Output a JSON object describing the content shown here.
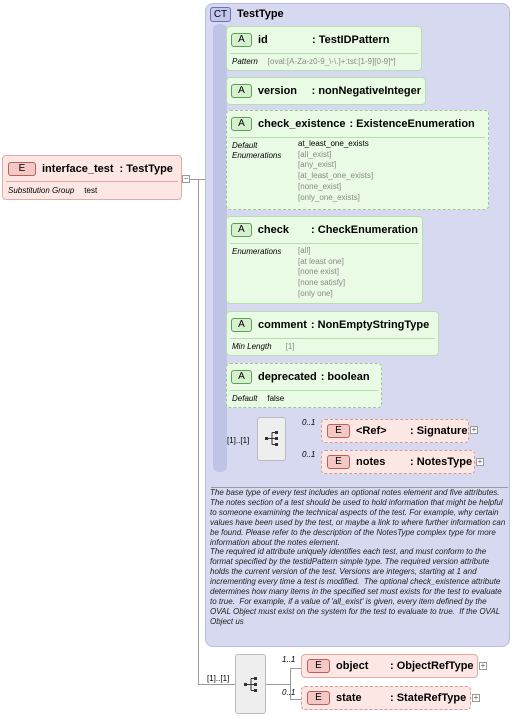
{
  "root": {
    "badge": "E",
    "name": "interface_test",
    "type": ": TestType",
    "subst_label": "Substitution Group",
    "subst_value": "test"
  },
  "complex_type": {
    "badge": "CT",
    "name": "TestType"
  },
  "attributes": {
    "id": {
      "name": "id",
      "type": ": TestIDPattern",
      "pattern_label": "Pattern",
      "pattern_value": "[oval:[A-Za-z0-9_\\-\\.]+:tst:[1-9][0-9]*]"
    },
    "version": {
      "name": "version",
      "type": ": nonNegativeInteger"
    },
    "check_existence": {
      "name": "check_existence",
      "type": ": ExistenceEnumeration",
      "default_label": "Default",
      "enum_label": "Enumerations",
      "default_value": "at_least_one_exists",
      "enums": [
        "[all_exist]",
        "[any_exist]",
        "[at_least_one_exists]",
        "[none_exist]",
        "[only_one_exists]"
      ]
    },
    "check": {
      "name": "check",
      "type": ": CheckEnumeration",
      "enum_label": "Enumerations",
      "enums": [
        "[all]",
        "[at least one]",
        "[none exist]",
        "[none satisfy]",
        "[only one]"
      ]
    },
    "comment": {
      "name": "comment",
      "type": ": NonEmptyStringType",
      "min_label": "Min Length",
      "min_value": "[1]"
    },
    "deprecated": {
      "name": "deprecated",
      "type": ": boolean",
      "default_label": "Default",
      "default_value": "false"
    }
  },
  "inner_sequence": {
    "cardinality": "[1]..[1]",
    "signature": {
      "card": "0..1",
      "badge": "E",
      "name": "<Ref>",
      "type": ": Signature"
    },
    "notes": {
      "card": "0..1",
      "badge": "E",
      "name": "notes",
      "type": ": NotesType"
    }
  },
  "documentation": "The base type of every test includes an optional notes element and five attributes. The notes section of a test should be used to hold information that might be helpful to someone examining the technical aspects of the test. For example, why certain values have been used by the test, or maybe a link to where further information can be found. Please refer to the description of the NotesType complex type for more information about the notes element.\nThe required id attribute uniquely identifies each test, and must conform to the format specified by the testidPattern simple type. The required version attribute holds the current version of the test. Versions are integers, starting at 1 and incrementing every time a test is modified.  The optional check_existence attribute determines how many items in the specified set must exists for the test to evaluate to true.  For example, if a value of 'all_exist' is given, every item defined by the OVAL Object must exist on the system for the test to evaluate to true.  If the OVAL Object us",
  "outer_sequence": {
    "cardinality": "[1]..[1]",
    "object": {
      "card": "1..1",
      "badge": "E",
      "name": "object",
      "type": ": ObjectRefType"
    },
    "state": {
      "card": "0..1",
      "badge": "E",
      "name": "state",
      "type": ": StateRefType"
    }
  },
  "colors": {
    "attribute_fill": "#e9fbe4",
    "element_fill": "#fde7e5",
    "complex_type_fill": "#d6d9f0"
  },
  "icons": {
    "sequence": "sequence-icon",
    "expand": "plus-icon"
  }
}
